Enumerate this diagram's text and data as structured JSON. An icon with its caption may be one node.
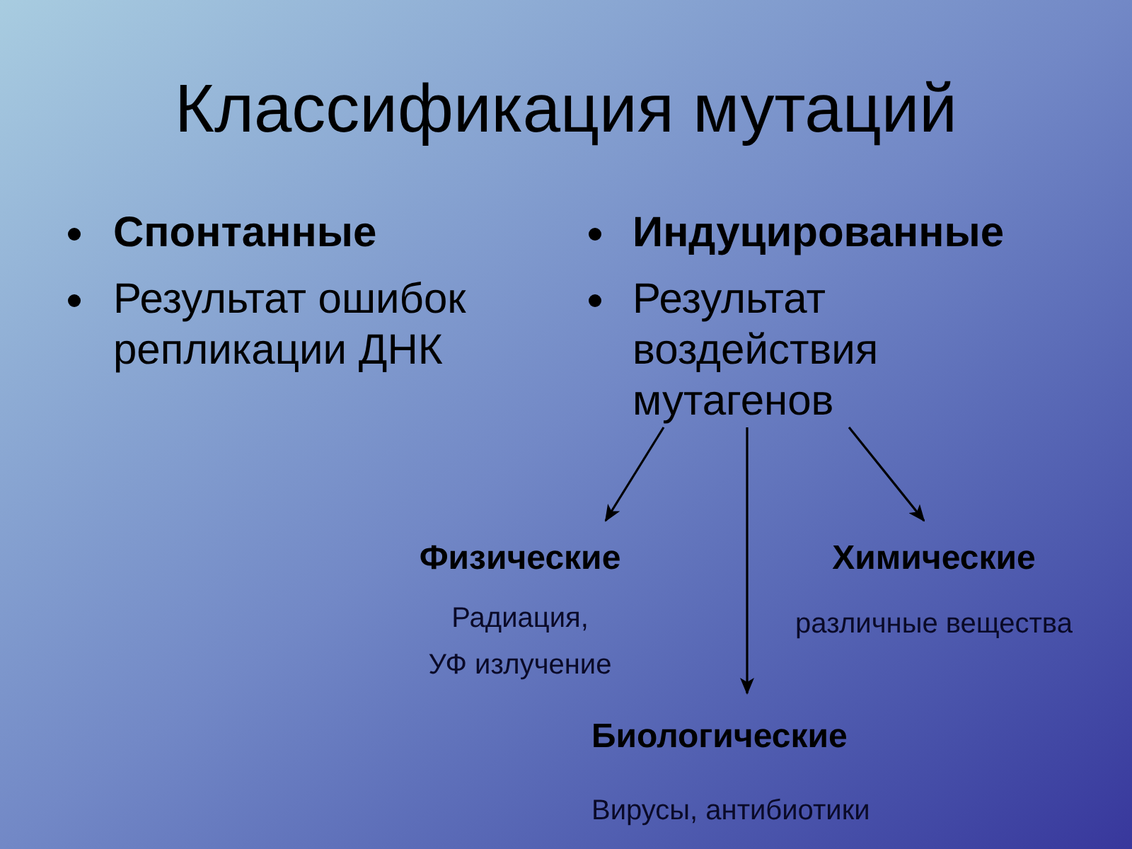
{
  "diagram": {
    "title": "Классификация мутаций",
    "nodes": [
      {
        "text": [
          "Результат воздействия мутагенов"
        ]
      },
      {
        "text": [
          "Физические",
          "Радиация,",
          "УФ излучение"
        ]
      },
      {
        "text": [
          "Химические",
          "различные вещества"
        ]
      },
      {
        "text": [
          "Биологические",
          "Вирусы, антибиотики"
        ]
      }
    ],
    "edges": [
      {
        "from": 0,
        "to": 1,
        "arrow": "to"
      },
      {
        "from": 0,
        "to": 2,
        "arrow": "to"
      },
      {
        "from": 0,
        "to": 3,
        "arrow": "to"
      }
    ],
    "labels": [
      "Спонтанные",
      "Результат ошибок репликации ДНК",
      "Индуцированные"
    ]
  }
}
